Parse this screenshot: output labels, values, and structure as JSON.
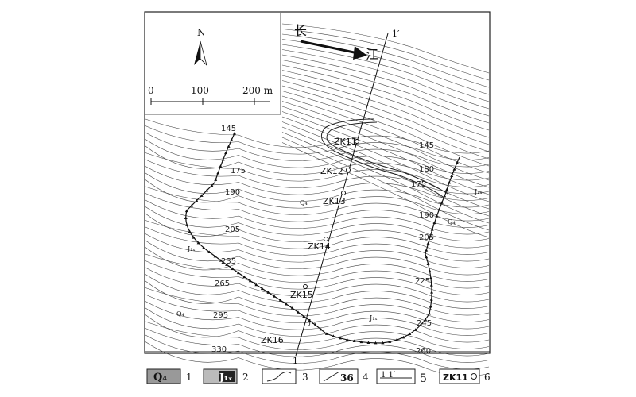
{
  "inset": {
    "north": "N",
    "scale_ticks": [
      "0",
      "100",
      "200 m"
    ]
  },
  "river": {
    "char_top": "长",
    "char_bottom": "江"
  },
  "profile": {
    "start": "1",
    "end": "1′"
  },
  "boreholes": [
    "ZK11",
    "ZK12",
    "ZK13",
    "ZK14",
    "ZK15",
    "ZK16"
  ],
  "contour_labels": [
    "145",
    "175",
    "190",
    "205",
    "235",
    "265",
    "295",
    "330",
    "145",
    "180",
    "175",
    "190",
    "205",
    "225",
    "245",
    "260"
  ],
  "geo_labels": [
    "Q₄",
    "J₁ₓ",
    "Q₄",
    "Q₄",
    "J₁ₓ",
    "J₁ₓ",
    "J₁ₓ"
  ],
  "legend": [
    {
      "symbol_text": "Q₄",
      "num": "1"
    },
    {
      "symbol_text": "J₁ₓ",
      "num": "2"
    },
    {
      "symbol_text": "",
      "num": "3"
    },
    {
      "symbol_text": "36",
      "num": "4"
    },
    {
      "symbol_text": "1   1′",
      "num": "5"
    },
    {
      "symbol_text": "ZK11",
      "num": "6"
    }
  ]
}
